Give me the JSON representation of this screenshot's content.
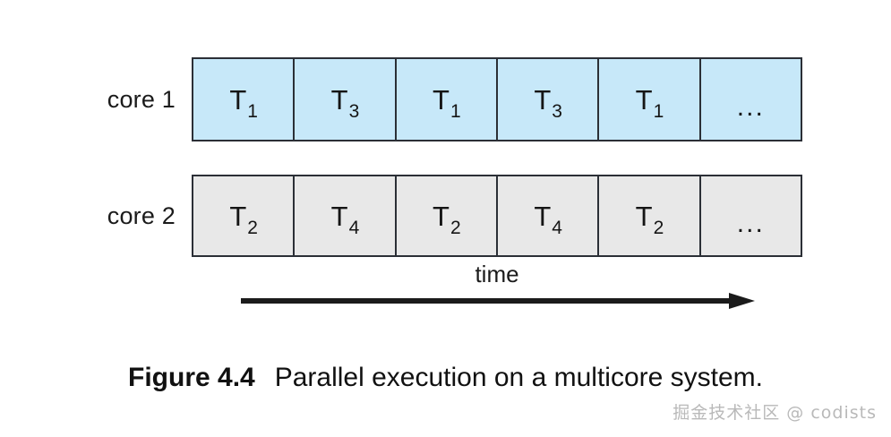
{
  "figure": {
    "rows": [
      {
        "label": "core 1",
        "fill": "#c7e8f9",
        "style": "blue",
        "slots": [
          {
            "base": "T",
            "sub": "1"
          },
          {
            "base": "T",
            "sub": "3"
          },
          {
            "base": "T",
            "sub": "1"
          },
          {
            "base": "T",
            "sub": "3"
          },
          {
            "base": "T",
            "sub": "1"
          },
          {
            "base": "...",
            "sub": ""
          }
        ]
      },
      {
        "label": "core 2",
        "fill": "#e8e8e8",
        "style": "gray",
        "slots": [
          {
            "base": "T",
            "sub": "2"
          },
          {
            "base": "T",
            "sub": "4"
          },
          {
            "base": "T",
            "sub": "2"
          },
          {
            "base": "T",
            "sub": "4"
          },
          {
            "base": "T",
            "sub": "2"
          },
          {
            "base": "...",
            "sub": ""
          }
        ]
      }
    ],
    "axis": {
      "label": "time",
      "direction": "right-arrow"
    },
    "caption": {
      "number": "Figure 4.4",
      "text": "Parallel execution on a multicore system."
    },
    "watermark": "掘金技术社区 @ codists",
    "colors": {
      "border": "#2b2f36",
      "core1_fill": "#c7e8f9",
      "core2_fill": "#e8e8e8",
      "text": "#151515",
      "watermark": "#b9b9b9",
      "background": "#ffffff"
    }
  }
}
